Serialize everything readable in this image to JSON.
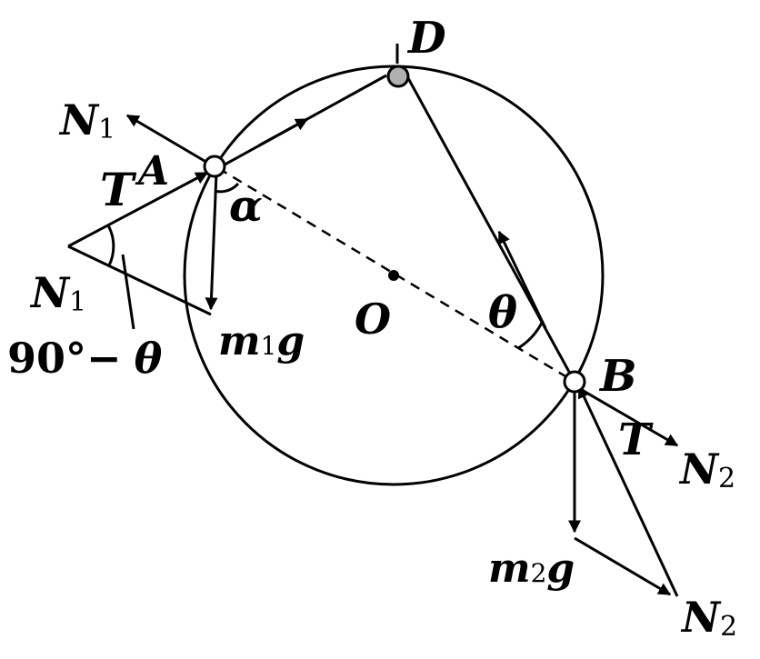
{
  "diagram": {
    "point_labels": {
      "A": "A",
      "B": "B",
      "D": "D",
      "O": "O"
    },
    "force_labels": {
      "N1_at_A": "N",
      "N1_at_A_sub": "1",
      "T_at_A": "T",
      "N1_triangle": "N",
      "N1_triangle_sub": "1",
      "m1g_m": "m",
      "m1g_sub": "1",
      "m1g_g": "g",
      "T_at_B": "T",
      "N2_at_B": "N",
      "N2_at_B_sub": "2",
      "m2g_m": "m",
      "m2g_sub": "2",
      "m2g_g": "g",
      "N2_triangle": "N",
      "N2_triangle_sub": "2"
    },
    "angle_labels": {
      "alpha": "α",
      "theta": "θ",
      "complement_prefix": "90°−",
      "complement_theta": "θ"
    },
    "colors": {
      "stroke": "#000000",
      "bead_fill": "#b0b0b0"
    }
  }
}
